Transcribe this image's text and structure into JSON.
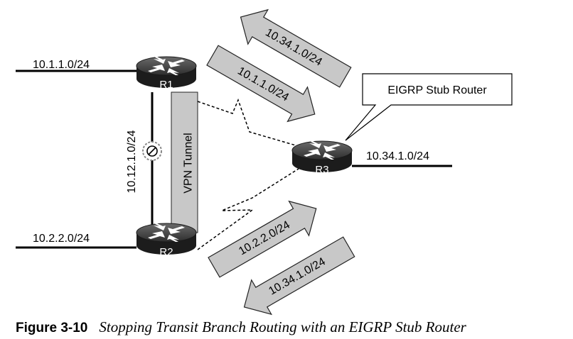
{
  "figure": {
    "number": "Figure 3-10",
    "title": "Stopping Transit Branch Routing with an EIGRP Stub Router"
  },
  "routers": {
    "r1": {
      "label": "R1"
    },
    "r2": {
      "label": "R2"
    },
    "r3": {
      "label": "R3"
    }
  },
  "links": {
    "r1_lan": "10.1.1.0/24",
    "r2_lan": "10.2.2.0/24",
    "r3_lan": "10.34.1.0/24",
    "r1_r2": "10.12.1.0/24",
    "tunnel": "VPN Tunnel"
  },
  "callout": {
    "text": "EIGRP Stub Router"
  },
  "arrows": {
    "top_in": "10.34.1.0/24",
    "top_out": "10.1.1.0/24",
    "bottom_out": "10.2.2.0/24",
    "bottom_in": "10.34.1.0/24"
  }
}
